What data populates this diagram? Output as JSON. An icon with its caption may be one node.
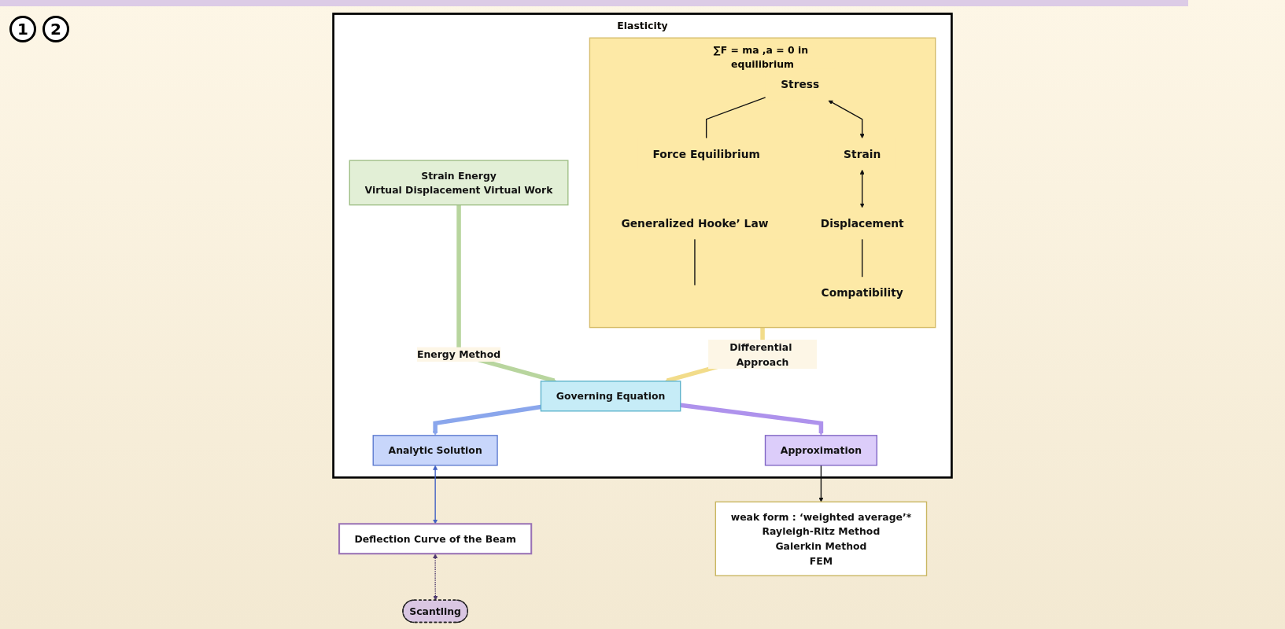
{
  "diagram": {
    "nodes": [
      {
        "text": [
          "Elasticity"
        ]
      },
      {
        "text": [
          "∑F = ma ,a = 0 in equilibrium"
        ],
        "in": 0
      },
      {
        "text": [
          "Stress"
        ],
        "in": 1
      },
      {
        "text": [
          "Force Equilibrium"
        ],
        "in": 1
      },
      {
        "text": [
          "Strain"
        ],
        "in": 1
      },
      {
        "text": [
          "Generalized Hooke’ Law"
        ],
        "in": 1
      },
      {
        "text": [
          "Displacement"
        ],
        "in": 1
      },
      {
        "text": [
          "Compatibility"
        ],
        "in": 1
      },
      {
        "text": [
          "Strain Energy",
          "Virtual Displacement Virtual Work"
        ],
        "in": 0
      },
      {
        "text": [
          "Governing Equation"
        ],
        "in": 0
      },
      {
        "text": [
          "Analytic Solution"
        ],
        "in": 0
      },
      {
        "text": [
          "Approximation"
        ],
        "in": 0
      },
      {
        "text": [
          "weak form : ‘weighted average’*",
          "Rayleigh-Ritz Method",
          "Galerkin Method",
          "FEM"
        ]
      },
      {
        "text": [
          "Deflection Curve of the Beam"
        ]
      },
      {
        "text": [
          "Scantling"
        ]
      }
    ],
    "edges": [
      {
        "from": 2,
        "to": 3,
        "arrow": "none"
      },
      {
        "from": 2,
        "to": 4,
        "arrow": "both"
      },
      {
        "from": 5,
        "to": null,
        "arrow": "none"
      },
      {
        "from": 4,
        "to": 6,
        "arrow": "both"
      },
      {
        "from": 6,
        "to": 7,
        "arrow": "none"
      },
      {
        "from": 1,
        "to": 9,
        "arrow": "to",
        "label": "Differential Approach",
        "style": "thick",
        "color": "#f2dc8a"
      },
      {
        "from": 8,
        "to": 9,
        "arrow": "to",
        "label": "Energy Method",
        "style": "thick",
        "color": "#b8d59e"
      },
      {
        "from": 9,
        "to": 10,
        "arrow": "to",
        "style": "thick",
        "color": "#8aa6ec"
      },
      {
        "from": 9,
        "to": 11,
        "arrow": "to",
        "style": "thick",
        "color": "#ae92ec"
      },
      {
        "from": 10,
        "to": 13,
        "arrow": "both",
        "color": "#3f5fc2"
      },
      {
        "from": 11,
        "to": 12,
        "arrow": "to"
      },
      {
        "from": 13,
        "to": 14,
        "arrow": "both",
        "style": "dashed",
        "color": "#4e3a6e"
      }
    ],
    "labels": [
      "1",
      "2"
    ]
  }
}
